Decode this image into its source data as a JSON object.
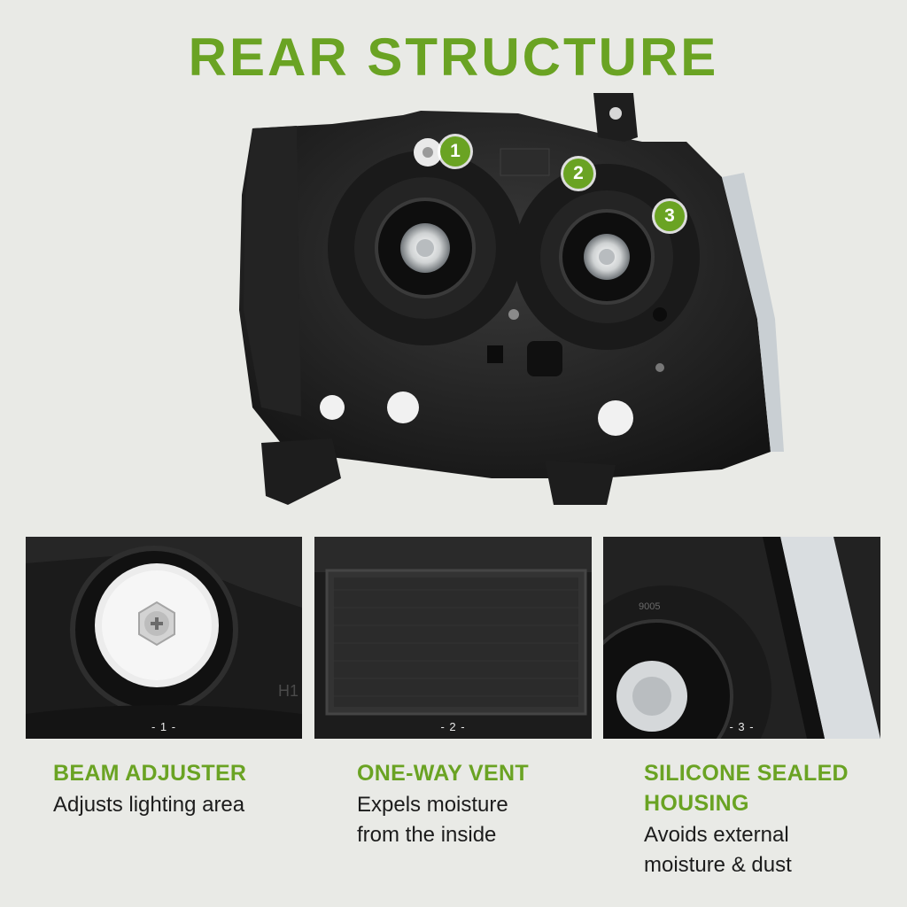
{
  "title": "REAR STRUCTURE",
  "accent_color": "#6aa323",
  "callouts": [
    "1",
    "2",
    "3"
  ],
  "panels": [
    {
      "caption": "- 1 -"
    },
    {
      "caption": "- 2 -"
    },
    {
      "caption": "- 3 -"
    }
  ],
  "features": [
    {
      "title": "BEAM ADJUSTER",
      "description": "Adjusts lighting area"
    },
    {
      "title": "ONE-WAY VENT",
      "description": "Expels moisture\nfrom the inside"
    },
    {
      "title": "SILICONE SEALED\nHOUSING",
      "description": "Avoids external\nmoisture & dust"
    }
  ]
}
